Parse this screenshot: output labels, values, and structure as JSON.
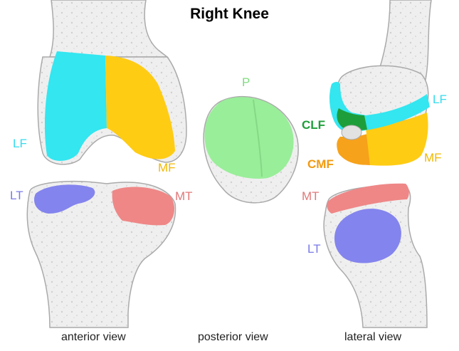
{
  "title": "Right Knee",
  "views": {
    "anterior": "anterior view",
    "posterior": "posterior view",
    "lateral": "lateral view"
  },
  "labels": {
    "anterior_lf": "LF",
    "anterior_mf": "MF",
    "anterior_lt": "LT",
    "anterior_mt": "MT",
    "posterior_p": "P",
    "lateral_lf": "LF",
    "lateral_clf": "CLF",
    "lateral_cmf": "CMF",
    "lateral_mf": "MF",
    "lateral_mt": "MT",
    "lateral_lt": "LT"
  },
  "colors": {
    "lateral_femur": "#33e6f0",
    "medial_femur": "#ffcc14",
    "central_lateral_femur": "#1e9e3a",
    "central_medial_femur": "#f7a21b",
    "lateral_tibia": "#8484ee",
    "medial_tibia": "#ef8787",
    "patella": "#99ee99",
    "bone": "#efefef",
    "bone_edge": "#aaaaaa"
  }
}
